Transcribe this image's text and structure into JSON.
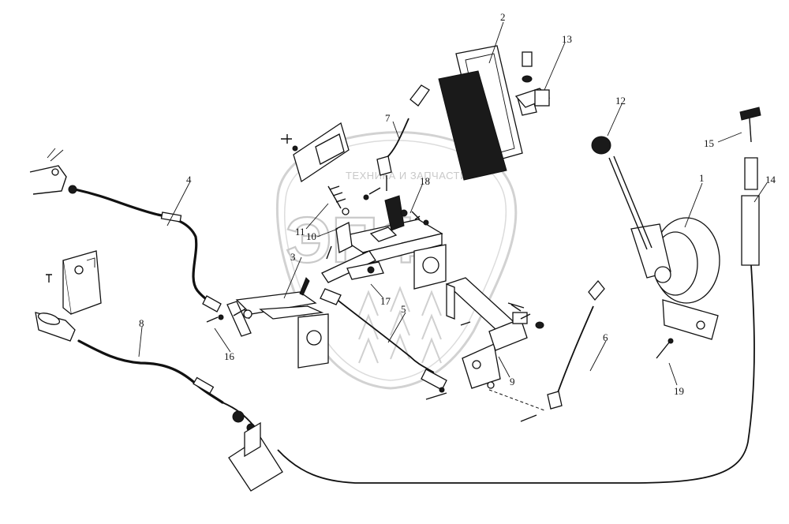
{
  "watermark": {
    "line": "ТЕХНИКА И ЗАПЧАСТИ",
    "letters": "ЭПФ"
  },
  "callouts": [
    "1",
    "2",
    "3",
    "4",
    "5",
    "6",
    "7",
    "8",
    "9",
    "10",
    "11",
    "12",
    "13",
    "14",
    "15",
    "16",
    "17",
    "18",
    "19"
  ]
}
